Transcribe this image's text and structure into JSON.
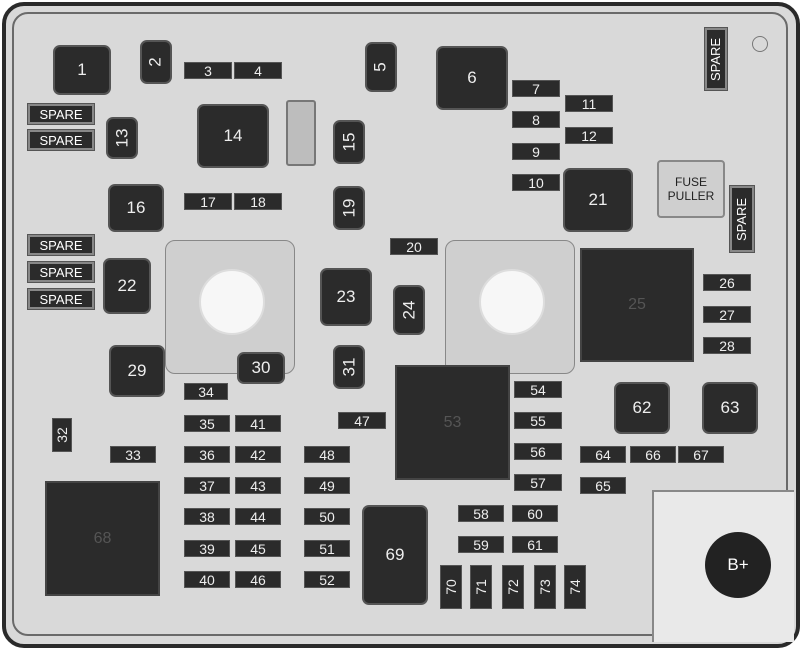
{
  "labels": {
    "1": "1",
    "2": "2",
    "3": "3",
    "4": "4",
    "5": "5",
    "6": "6",
    "7": "7",
    "8": "8",
    "9": "9",
    "10": "10",
    "11": "11",
    "12": "12",
    "13": "13",
    "14": "14",
    "15": "15",
    "16": "16",
    "17": "17",
    "18": "18",
    "19": "19",
    "20": "20",
    "21": "21",
    "22": "22",
    "23": "23",
    "24": "24",
    "25": "25",
    "26": "26",
    "27": "27",
    "28": "28",
    "29": "29",
    "30": "30",
    "31": "31",
    "32": "32",
    "33": "33",
    "34": "34",
    "35": "35",
    "36": "36",
    "37": "37",
    "38": "38",
    "39": "39",
    "40": "40",
    "41": "41",
    "42": "42",
    "43": "43",
    "44": "44",
    "45": "45",
    "46": "46",
    "47": "47",
    "48": "48",
    "49": "49",
    "50": "50",
    "51": "51",
    "52": "52",
    "53": "53",
    "54": "54",
    "55": "55",
    "56": "56",
    "57": "57",
    "58": "58",
    "59": "59",
    "60": "60",
    "61": "61",
    "62": "62",
    "63": "63",
    "64": "64",
    "65": "65",
    "66": "66",
    "67": "67",
    "68": "68",
    "69": "69",
    "70": "70",
    "71": "71",
    "72": "72",
    "73": "73",
    "74": "74",
    "s1": "SPARE",
    "s2": "SPARE",
    "s3": "SPARE",
    "s4": "SPARE",
    "s5": "SPARE",
    "s6": "SPARE",
    "s7": "SPARE"
  },
  "fuse_puller": {
    "line1": "FUSE",
    "line2": "PULLER"
  },
  "battery_terminal": "B+"
}
